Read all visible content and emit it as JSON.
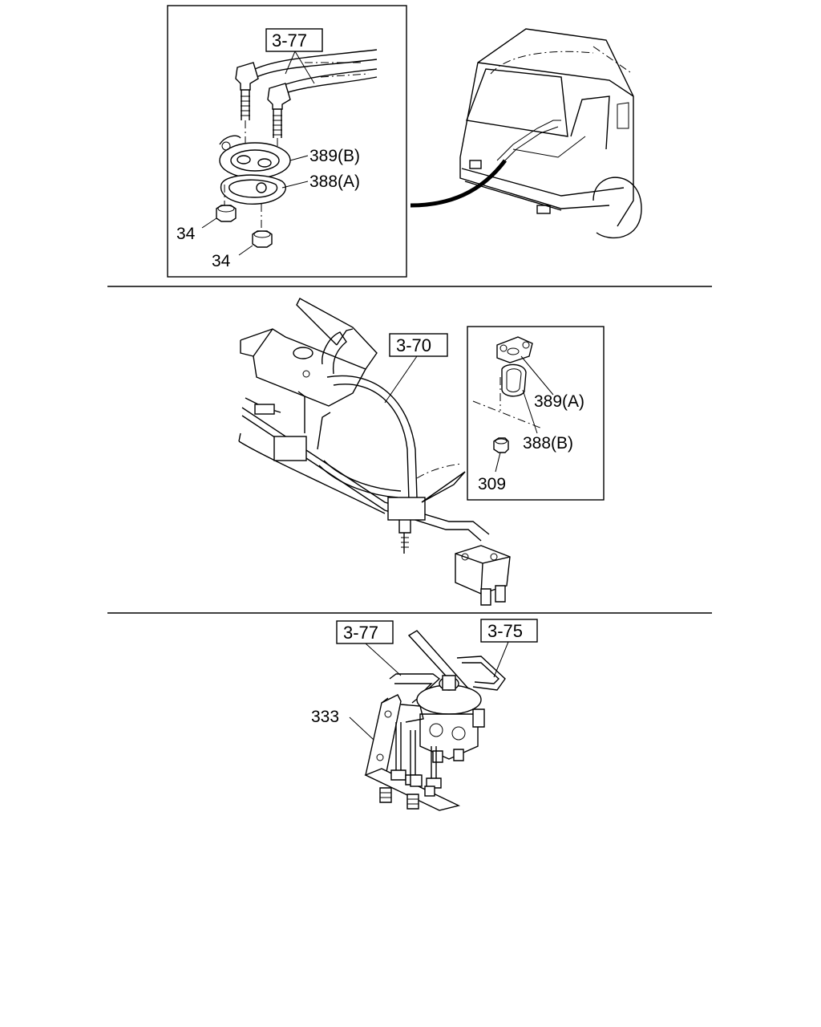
{
  "top_inset": {
    "refs": {
      "tube_ref": "3-77"
    },
    "parts": {
      "grommet_b": "389(B)",
      "grommet_a": "388(A)",
      "nut_1": "34",
      "nut_2": "34"
    }
  },
  "middle": {
    "refs": {
      "tube_ref": "3-70"
    },
    "inset_parts": {
      "grommet_a": "389(A)",
      "grommet_b": "388(B)",
      "nut": "309"
    }
  },
  "bottom": {
    "refs": {
      "left_ref": "3-77",
      "right_ref": "3-75"
    },
    "parts": {
      "bracket": "333"
    }
  }
}
